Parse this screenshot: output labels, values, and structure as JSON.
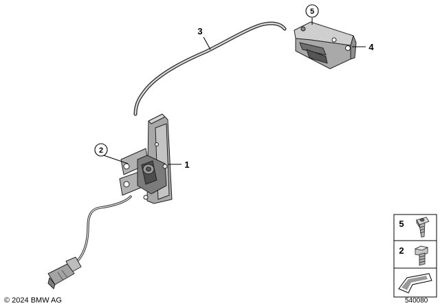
{
  "callouts": {
    "part1": "1",
    "part2": "2",
    "part3": "3",
    "part4": "4",
    "part5": "5"
  },
  "legend": {
    "item_a": "5",
    "item_b": "2"
  },
  "footer": {
    "copyright": "© 2024 BMW AG",
    "diagram_id": "540080"
  }
}
